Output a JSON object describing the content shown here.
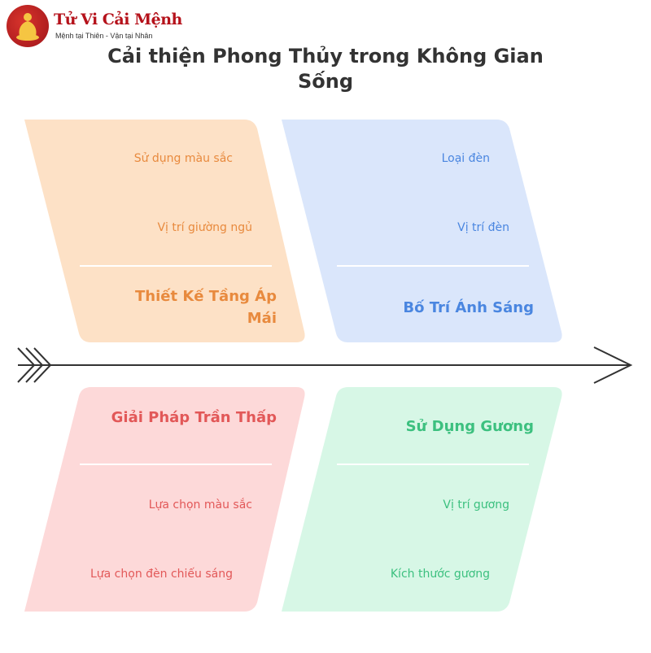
{
  "logo": {
    "name": "Tử Vi Cải Mệnh",
    "tagline": "Mệnh tại Thiên - Vận tại Nhân"
  },
  "title": "Cải thiện Phong Thủy trong Không Gian Sống",
  "colors": {
    "orange_fill": "#fde1c6",
    "blue_fill": "#dae6fb",
    "red_fill": "#fdd9d9",
    "green_fill": "#d7f7e6",
    "spine": "#333333"
  },
  "branches": [
    {
      "heading": "Thiết Kế Tầng Áp Mái",
      "items": [
        "Sử dụng màu sắc",
        "Vị trí giường ngủ"
      ]
    },
    {
      "heading": "Bố Trí Ánh Sáng",
      "items": [
        "Loại đèn",
        "Vị trí đèn"
      ]
    },
    {
      "heading": "Giải Pháp Trần Thấp",
      "items": [
        "Lựa chọn màu sắc",
        "Lựa chọn đèn chiếu sáng"
      ]
    },
    {
      "heading": "Sử Dụng Gương",
      "items": [
        "Vị trí gương",
        "Kích thước gương"
      ]
    }
  ]
}
